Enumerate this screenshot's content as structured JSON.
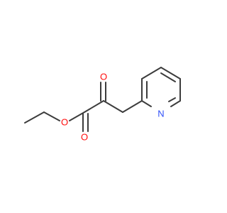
{
  "molecule": {
    "atoms": {
      "o_ether": {
        "symbol": "O",
        "color": "#ff0d0d"
      },
      "o_keto": {
        "symbol": "O",
        "color": "#ff0d0d"
      },
      "o_carbonyl": {
        "symbol": "O",
        "color": "#ff0d0d"
      },
      "n_pyridine": {
        "symbol": "N",
        "color": "#3050f8"
      }
    },
    "bond_color": "#3c3c3c"
  }
}
